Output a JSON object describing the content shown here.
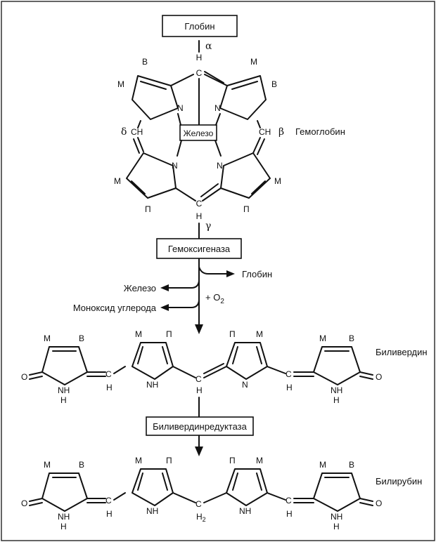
{
  "boxes": {
    "globin": "Глобин",
    "iron": "Железо",
    "heme_oxygenase": "Гемоксигеназа",
    "reductase": "Биливердинредуктаза"
  },
  "labels": {
    "hemoglobin": "Гемоглобин",
    "globin_out": "Глобин",
    "iron_out": "Железо",
    "co_out": "Моноксид углерода",
    "o2": "+ O",
    "o2_sub": "2",
    "biliverdin": "Биливердин",
    "bilirubin": "Билирубин"
  },
  "greek": {
    "alpha": "α",
    "beta": "β",
    "gamma": "γ",
    "delta": "δ"
  },
  "atoms": {
    "M": "M",
    "B": "B",
    "P": "П",
    "N": "N",
    "NH": "NH",
    "H": "H",
    "H2": "H",
    "H2_sub": "2",
    "CH": "CH",
    "O": "O",
    "C": "C"
  }
}
